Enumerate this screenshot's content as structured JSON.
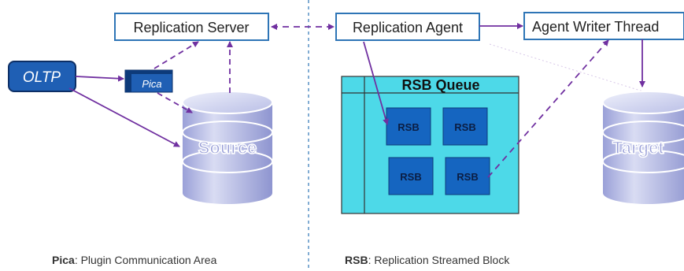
{
  "boxes": {
    "replication_server": "Replication Server",
    "replication_agent": "Replication Agent",
    "agent_writer_thread": "Agent Writer Thread",
    "oltp": "OLTP",
    "pica": "Pica",
    "rsb_queue": "RSB Queue",
    "rsb_block": "RSB"
  },
  "databases": {
    "source": "Source",
    "target": "Target"
  },
  "legend": {
    "pica_term": "Pica",
    "pica_definition": ": Plugin Communication Area",
    "rsb_term": "RSB",
    "rsb_definition": ": Replication Streamed Block"
  },
  "colors": {
    "box_border": "#2e75b6",
    "arrow": "#7030a0",
    "oltp_fill": "#1f5fb4",
    "queue_fill": "#4dd9e8",
    "rsb_fill": "#1565c0",
    "db_body": "#b7bce6"
  }
}
